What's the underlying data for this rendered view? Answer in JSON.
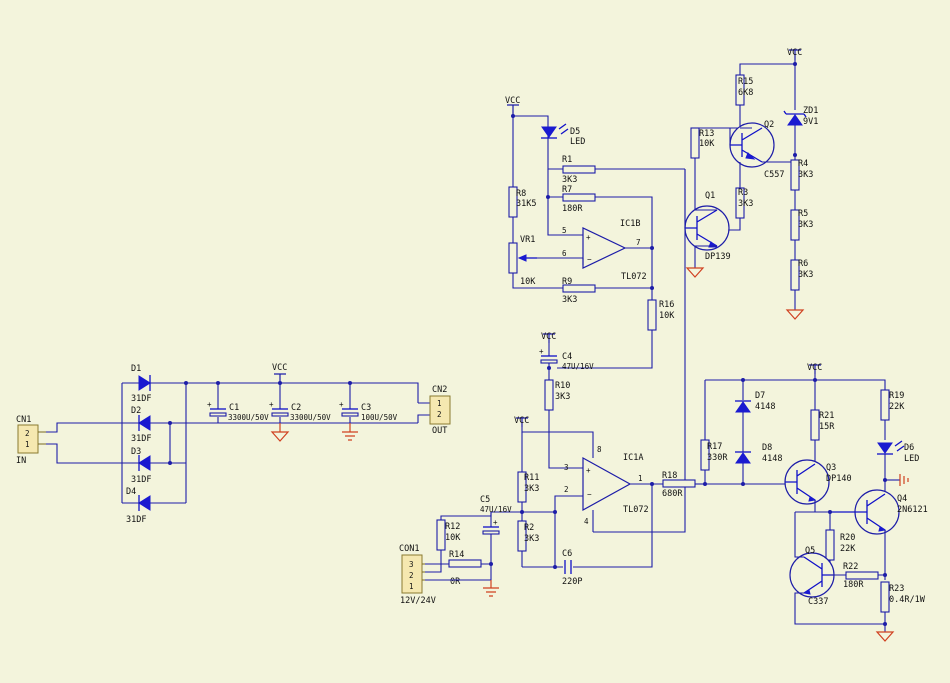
{
  "power_labels": {
    "vcc": "VCC"
  },
  "connectors": {
    "cn1": {
      "ref": "CN1",
      "pins": [
        "2",
        "1"
      ],
      "label": "IN"
    },
    "cn2": {
      "ref": "CN2",
      "pins": [
        "1",
        "2"
      ],
      "label": "OUT"
    },
    "con1": {
      "ref": "CON1",
      "pins": [
        "3",
        "2",
        "1"
      ],
      "label": "12V/24V"
    }
  },
  "diodes": [
    {
      "ref": "D1",
      "value": "31DF"
    },
    {
      "ref": "D2",
      "value": "31DF"
    },
    {
      "ref": "D3",
      "value": "31DF"
    },
    {
      "ref": "D4",
      "value": "31DF"
    },
    {
      "ref": "D5",
      "value": "LED"
    },
    {
      "ref": "D6",
      "value": "LED"
    },
    {
      "ref": "D7",
      "value": "4148"
    },
    {
      "ref": "D8",
      "value": "4148"
    },
    {
      "ref": "ZD1",
      "value": "9V1"
    }
  ],
  "capacitors": [
    {
      "ref": "C1",
      "value": "3300U/50V"
    },
    {
      "ref": "C2",
      "value": "3300U/50V"
    },
    {
      "ref": "C3",
      "value": "100U/50V"
    },
    {
      "ref": "C4",
      "value": "47U/16V"
    },
    {
      "ref": "C5",
      "value": "47U/16V"
    },
    {
      "ref": "C6",
      "value": "220P"
    }
  ],
  "resistors": [
    {
      "ref": "R1",
      "value": "3K3"
    },
    {
      "ref": "R2",
      "value": "3K3"
    },
    {
      "ref": "R3",
      "value": "3K3"
    },
    {
      "ref": "R4",
      "value": "3K3"
    },
    {
      "ref": "R5",
      "value": "3K3"
    },
    {
      "ref": "R6",
      "value": "3K3"
    },
    {
      "ref": "R7",
      "value": "180R"
    },
    {
      "ref": "R8",
      "value": "31K5"
    },
    {
      "ref": "R9",
      "value": "3K3"
    },
    {
      "ref": "R10",
      "value": "3K3"
    },
    {
      "ref": "R11",
      "value": "3K3"
    },
    {
      "ref": "R12",
      "value": "10K"
    },
    {
      "ref": "R13",
      "value": "10K"
    },
    {
      "ref": "R14",
      "value": "0R"
    },
    {
      "ref": "R15",
      "value": "6K8"
    },
    {
      "ref": "R16",
      "value": "10K"
    },
    {
      "ref": "R17",
      "value": "330R"
    },
    {
      "ref": "R18",
      "value": "680R"
    },
    {
      "ref": "R19",
      "value": "22K"
    },
    {
      "ref": "R20",
      "value": "22K"
    },
    {
      "ref": "R21",
      "value": "15R"
    },
    {
      "ref": "R22",
      "value": "180R"
    },
    {
      "ref": "R23",
      "value": "0.4R/1W"
    }
  ],
  "pots": [
    {
      "ref": "VR1",
      "value": "10K"
    }
  ],
  "transistors": [
    {
      "ref": "Q1",
      "value": "DP139"
    },
    {
      "ref": "Q2",
      "value": "C557"
    },
    {
      "ref": "Q3",
      "value": "DP140"
    },
    {
      "ref": "Q4",
      "value": "2N6121"
    },
    {
      "ref": "Q5",
      "value": "C337"
    }
  ],
  "opamps": [
    {
      "ref": "IC1B",
      "value": "TL072",
      "pin_plus": "5",
      "pin_minus": "6",
      "pin_out": "7"
    },
    {
      "ref": "IC1A",
      "value": "TL072",
      "pin_plus": "3",
      "pin_minus": "2",
      "pin_out": "1",
      "pin_vcc": "8",
      "pin_gnd": "4"
    }
  ]
}
